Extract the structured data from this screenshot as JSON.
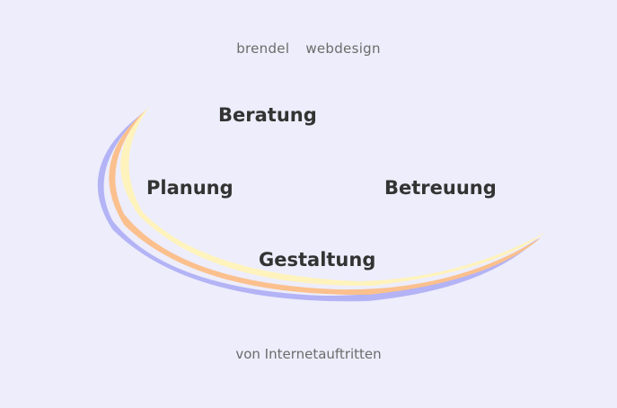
{
  "header": {
    "brand_first": "brendel",
    "brand_second": "webdesign"
  },
  "services": {
    "beratung": "Beratung",
    "planung": "Planung",
    "betreuung": "Betreuung",
    "gestaltung": "Gestaltung"
  },
  "footer": {
    "tagline": "von Internetauftritten"
  },
  "colors": {
    "background": "#ededfb",
    "swoosh_outer": "#b3b3f6",
    "swoosh_middle": "#fbc08d",
    "swoosh_inner": "#fff3bd",
    "service_text": "#333333",
    "muted_text": "#6c6c6c"
  }
}
